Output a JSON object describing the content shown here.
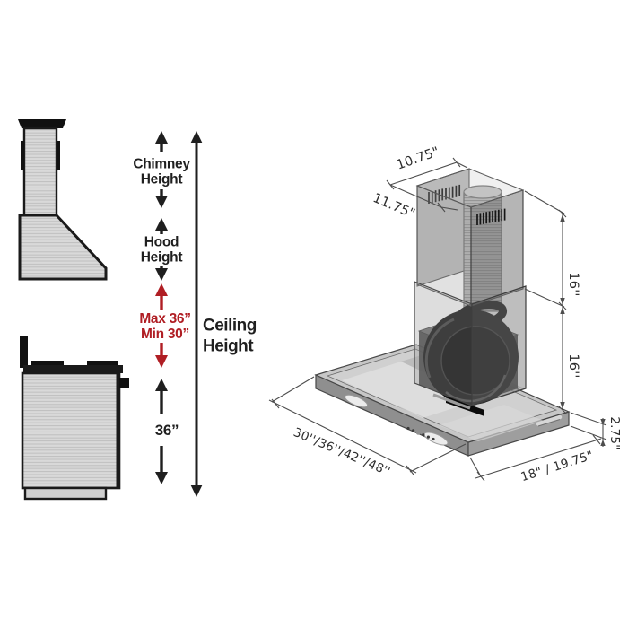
{
  "diagram_title": "Wall range hood mounting and dimension diagram",
  "colors": {
    "accent_red": "#b01e24",
    "ink": "#1f1f1f",
    "dim_line": "#4d4d4d",
    "steel_light": "#d7d7d7",
    "steel_stripe": "#c0c0c0"
  },
  "left_column": {
    "chimney_height": [
      "Chimney",
      "Height"
    ],
    "hood_height": [
      "Hood",
      "Height"
    ],
    "max_height": "Max 36”",
    "min_height": "Min 30”",
    "ceiling_height": [
      "Ceiling",
      "Height"
    ],
    "hood_to_range": "36”"
  },
  "isometric_dims": {
    "chimney_top_depth": "10.75\"",
    "chimney_top_width": "11.75\"",
    "upper_chimney_height": "16''",
    "lower_chimney_height": "16''",
    "hood_width_options": "30''/36''/42''/48''",
    "hood_depth_options": "18\" / 19.75\"",
    "hood_base_height": "2.75\""
  }
}
